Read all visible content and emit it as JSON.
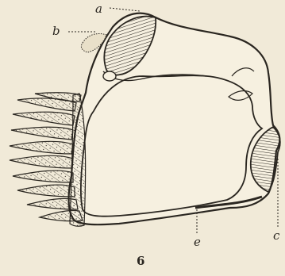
{
  "figure": {
    "number": "6",
    "labels": {
      "a": "a",
      "b": "b",
      "c": "c",
      "e": "e"
    }
  },
  "colors": {
    "background": "#f1ead8",
    "ink": "#2a2620"
  }
}
